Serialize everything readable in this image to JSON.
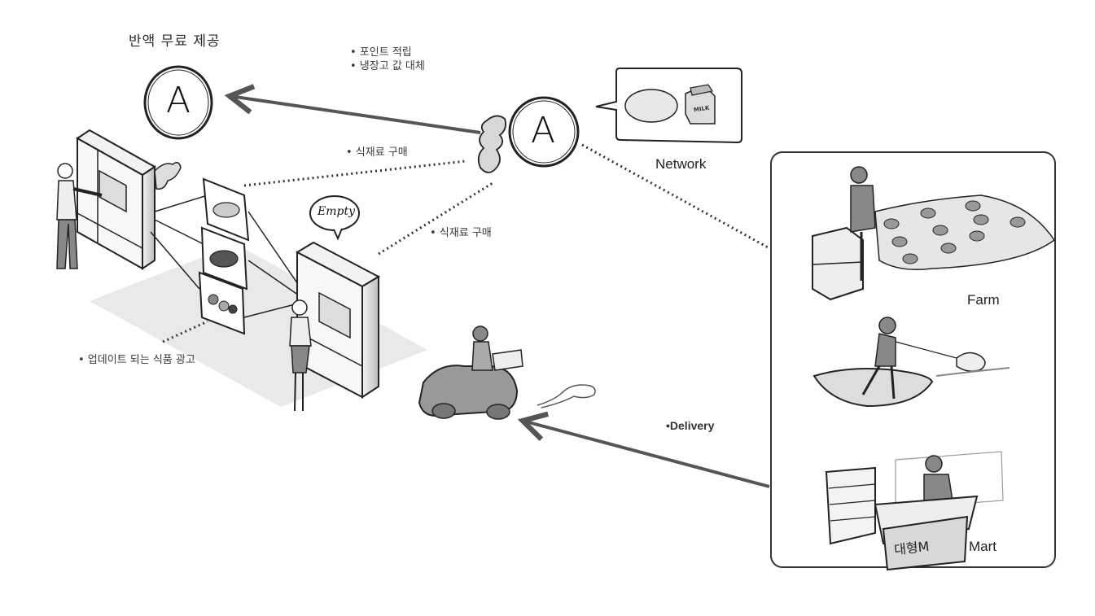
{
  "labels": {
    "free_side_dish": "반액 무료 제공",
    "points_bullets": [
      "• 포인트 적립",
      "• 냉장고 값 대체"
    ],
    "buy_ingredients_1": "• 식재료 구매",
    "buy_ingredients_2": "• 식재료 구매",
    "updated_food_ads": "• 업데이트 되는 식품 광고",
    "network": "Network",
    "farm": "Farm",
    "mart": "Mart",
    "delivery": "•Delivery",
    "empty_bubble": "Empty",
    "badge_letter_left": "A",
    "badge_letter_center": "A",
    "mart_sign": "대형M",
    "milk_carton": "MILK"
  },
  "colors": {
    "ink": "#222222",
    "arrow": "#555555",
    "shade": "#cfcfcf",
    "floor": "#e4e4e4"
  }
}
